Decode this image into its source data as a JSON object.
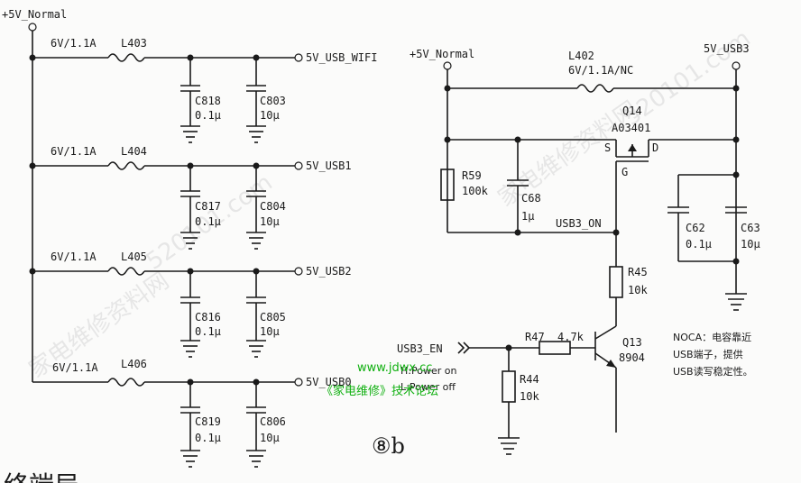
{
  "left": {
    "rail_label": "+5V_Normal",
    "branches": [
      {
        "fuse_rating": "6V/1.1A",
        "fuse_ref": "L403",
        "output": "5V_USB_WIFI",
        "c1_ref": "C818",
        "c1_val": "0.1µ",
        "c2_ref": "C803",
        "c2_val": "10µ"
      },
      {
        "fuse_rating": "6V/1.1A",
        "fuse_ref": "L404",
        "output": "5V_USB1",
        "c1_ref": "C817",
        "c1_val": "0.1µ",
        "c2_ref": "C804",
        "c2_val": "10µ"
      },
      {
        "fuse_rating": "6V/1.1A",
        "fuse_ref": "L405",
        "output": "5V_USB2",
        "c1_ref": "C816",
        "c1_val": "0.1µ",
        "c2_ref": "C805",
        "c2_val": "10µ"
      },
      {
        "fuse_rating": "6V/1.1A",
        "fuse_ref": "L406",
        "output": "5V_USB0",
        "c1_ref": "C819",
        "c1_val": "0.1µ",
        "c2_ref": "C806",
        "c2_val": "10µ"
      }
    ]
  },
  "right": {
    "input_label": "+5V_Normal",
    "output_label": "5V_USB3",
    "l402_ref": "L402",
    "l402_val": "6V/1.1A/NC",
    "q14_ref": "Q14",
    "q14_part": "A03401",
    "pin_s": "S",
    "pin_d": "D",
    "pin_g": "G",
    "r59_ref": "R59",
    "r59_val": "100k",
    "c68_ref": "C68",
    "c68_val": "1µ",
    "net_label": "USB3_ON",
    "c62_ref": "C62",
    "c62_val": "0.1µ",
    "c63_ref": "C63",
    "c63_val": "10µ",
    "r45_ref": "R45",
    "r45_val": "10k",
    "enable_label": "USB3_EN",
    "enable_h": "H:Power on",
    "enable_l": "L:Power off",
    "r47_ref": "R47",
    "r47_val": "4.7k",
    "r44_ref": "R44",
    "r44_val": "10k",
    "q13_ref": "Q13",
    "q13_part": "8904",
    "note_lines": [
      "NOCA：电容靠近",
      "USB端子，提供",
      "USB读写稳定性。"
    ]
  },
  "figure_label": "⑧b",
  "overlay": {
    "site": "www.jdwx.cc",
    "forum": "《家电维修》技术论坛",
    "wm_domain": "520101.com",
    "wm_cn": "家电维修资料网"
  },
  "partial_text": "终端局"
}
